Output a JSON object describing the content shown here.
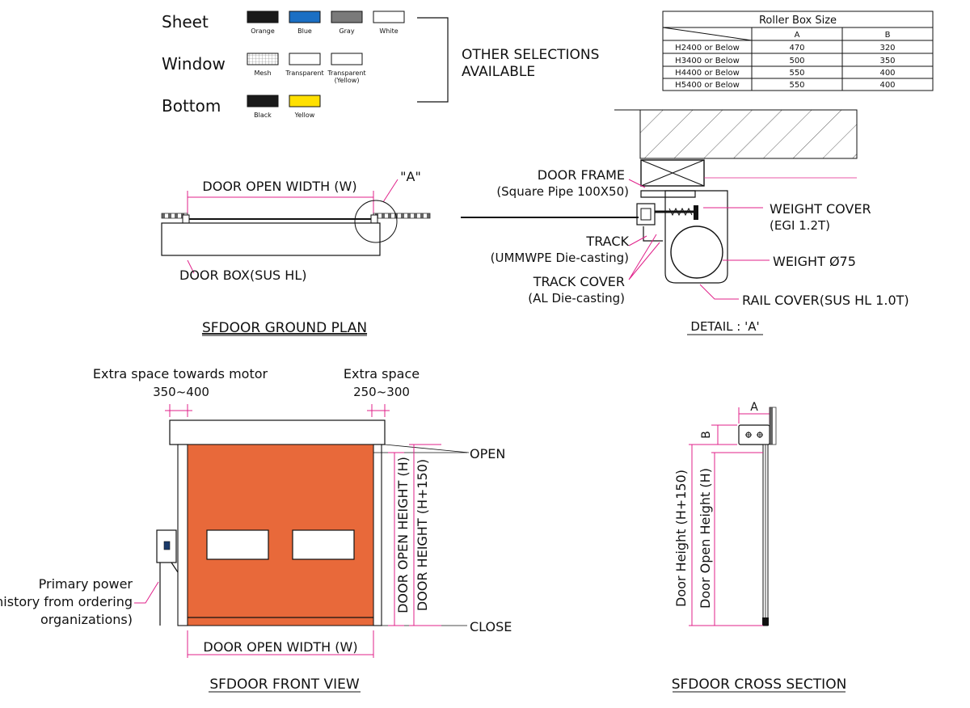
{
  "legend": {
    "rows": [
      {
        "label": "Sheet",
        "swatches": [
          {
            "name": "Orange",
            "color": "#1a1a1a"
          },
          {
            "name": "Blue",
            "color": "#1b6fc4"
          },
          {
            "name": "Gray",
            "color": "#7a7a7a"
          },
          {
            "name": "White",
            "color": "#ffffff"
          }
        ]
      },
      {
        "label": "Window",
        "swatches": [
          {
            "name": "Mesh",
            "color": "#ffffff"
          },
          {
            "name": "Transparent",
            "color": "#ffffff"
          },
          {
            "name": "Transparent",
            "name2": "(Yellow)",
            "color": "#ffffff"
          }
        ]
      },
      {
        "label": "Bottom",
        "swatches": [
          {
            "name": "Black",
            "color": "#1a1a1a"
          },
          {
            "name": "Yellow",
            "color": "#ffe000"
          }
        ]
      }
    ],
    "other_line1": "OTHER SELECTIONS",
    "other_line2": "AVAILABLE"
  },
  "roller_table": {
    "title": "Roller Box Size",
    "col_a": "A",
    "col_b": "B",
    "rows": [
      {
        "h": "H2400 or Below",
        "a": "470",
        "b": "320"
      },
      {
        "h": "H3400 or Below",
        "a": "500",
        "b": "350"
      },
      {
        "h": "H4400 or Below",
        "a": "550",
        "b": "400"
      },
      {
        "h": "H5400 or Below",
        "a": "550",
        "b": "400"
      }
    ]
  },
  "ground_plan": {
    "open_width": "DOOR OPEN WIDTH (W)",
    "detail_marker": "\"A\"",
    "door_box": "DOOR BOX(SUS HL)",
    "title": "SFDOOR GROUND PLAN"
  },
  "detail": {
    "door_frame": "DOOR FRAME",
    "door_frame_sub": "(Square Pipe 100X50)",
    "weight_cover": "WEIGHT COVER",
    "weight_cover_sub": "(EGI 1.2T)",
    "track": "TRACK",
    "track_sub": "(UMMWPE Die-casting)",
    "weight": "WEIGHT Ø75",
    "track_cover": "TRACK COVER",
    "track_cover_sub": "(AL Die-casting)",
    "rail_cover": "RAIL COVER(SUS HL 1.0T)",
    "title": "DETAIL : 'A'"
  },
  "front_view": {
    "extra_motor": "Extra space towards motor",
    "extra_motor_val": "350~400",
    "extra_space": "Extra space",
    "extra_space_val": "250~300",
    "open": "OPEN",
    "close": "CLOSE",
    "open_height": "DOOR OPEN HEIGHT (H)",
    "door_height": "DOOR HEIGHT (H+150)",
    "power_1": "Primary power",
    "power_2": "(history from ordering",
    "power_3": "organizations)",
    "open_width": "DOOR OPEN WIDTH (W)",
    "title": "SFDOOR FRONT VIEW",
    "door_color": "#e8693a"
  },
  "cross_section": {
    "a": "A",
    "b": "B",
    "door_height": "Door Height (H+150)",
    "open_height": "Door Open Height (H)",
    "title": "SFDOOR CROSS SECTION"
  }
}
